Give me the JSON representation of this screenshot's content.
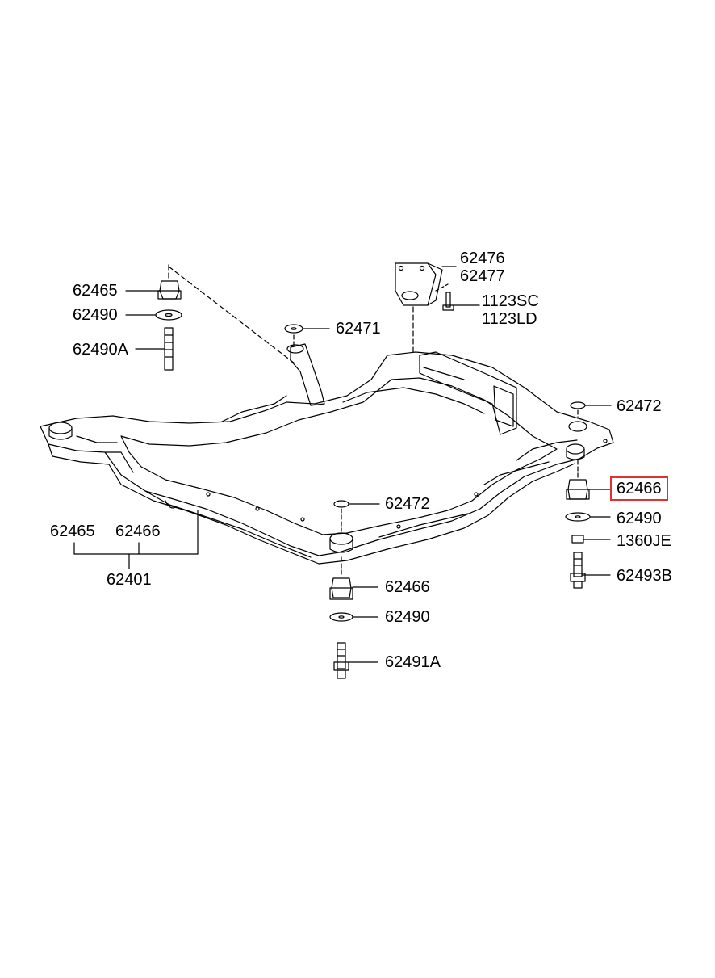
{
  "labels": {
    "l62465": "62465",
    "l62490a": "62490",
    "l62490A": "62490A",
    "l62476": "62476",
    "l62477": "62477",
    "l1123SC": "1123SC",
    "l1123LD": "1123LD",
    "l62471": "62471",
    "l62472r": "62472",
    "l62466r": "62466",
    "l62490r": "62490",
    "l1360JE": "1360JE",
    "l62493B": "62493B",
    "l62472c": "62472",
    "l62466c": "62466",
    "l62490c": "62490",
    "l62491A": "62491A",
    "g62465": "62465",
    "g62466": "62466",
    "g62401": "62401"
  },
  "highlight": {
    "label": "62466",
    "color": "#e03030"
  }
}
